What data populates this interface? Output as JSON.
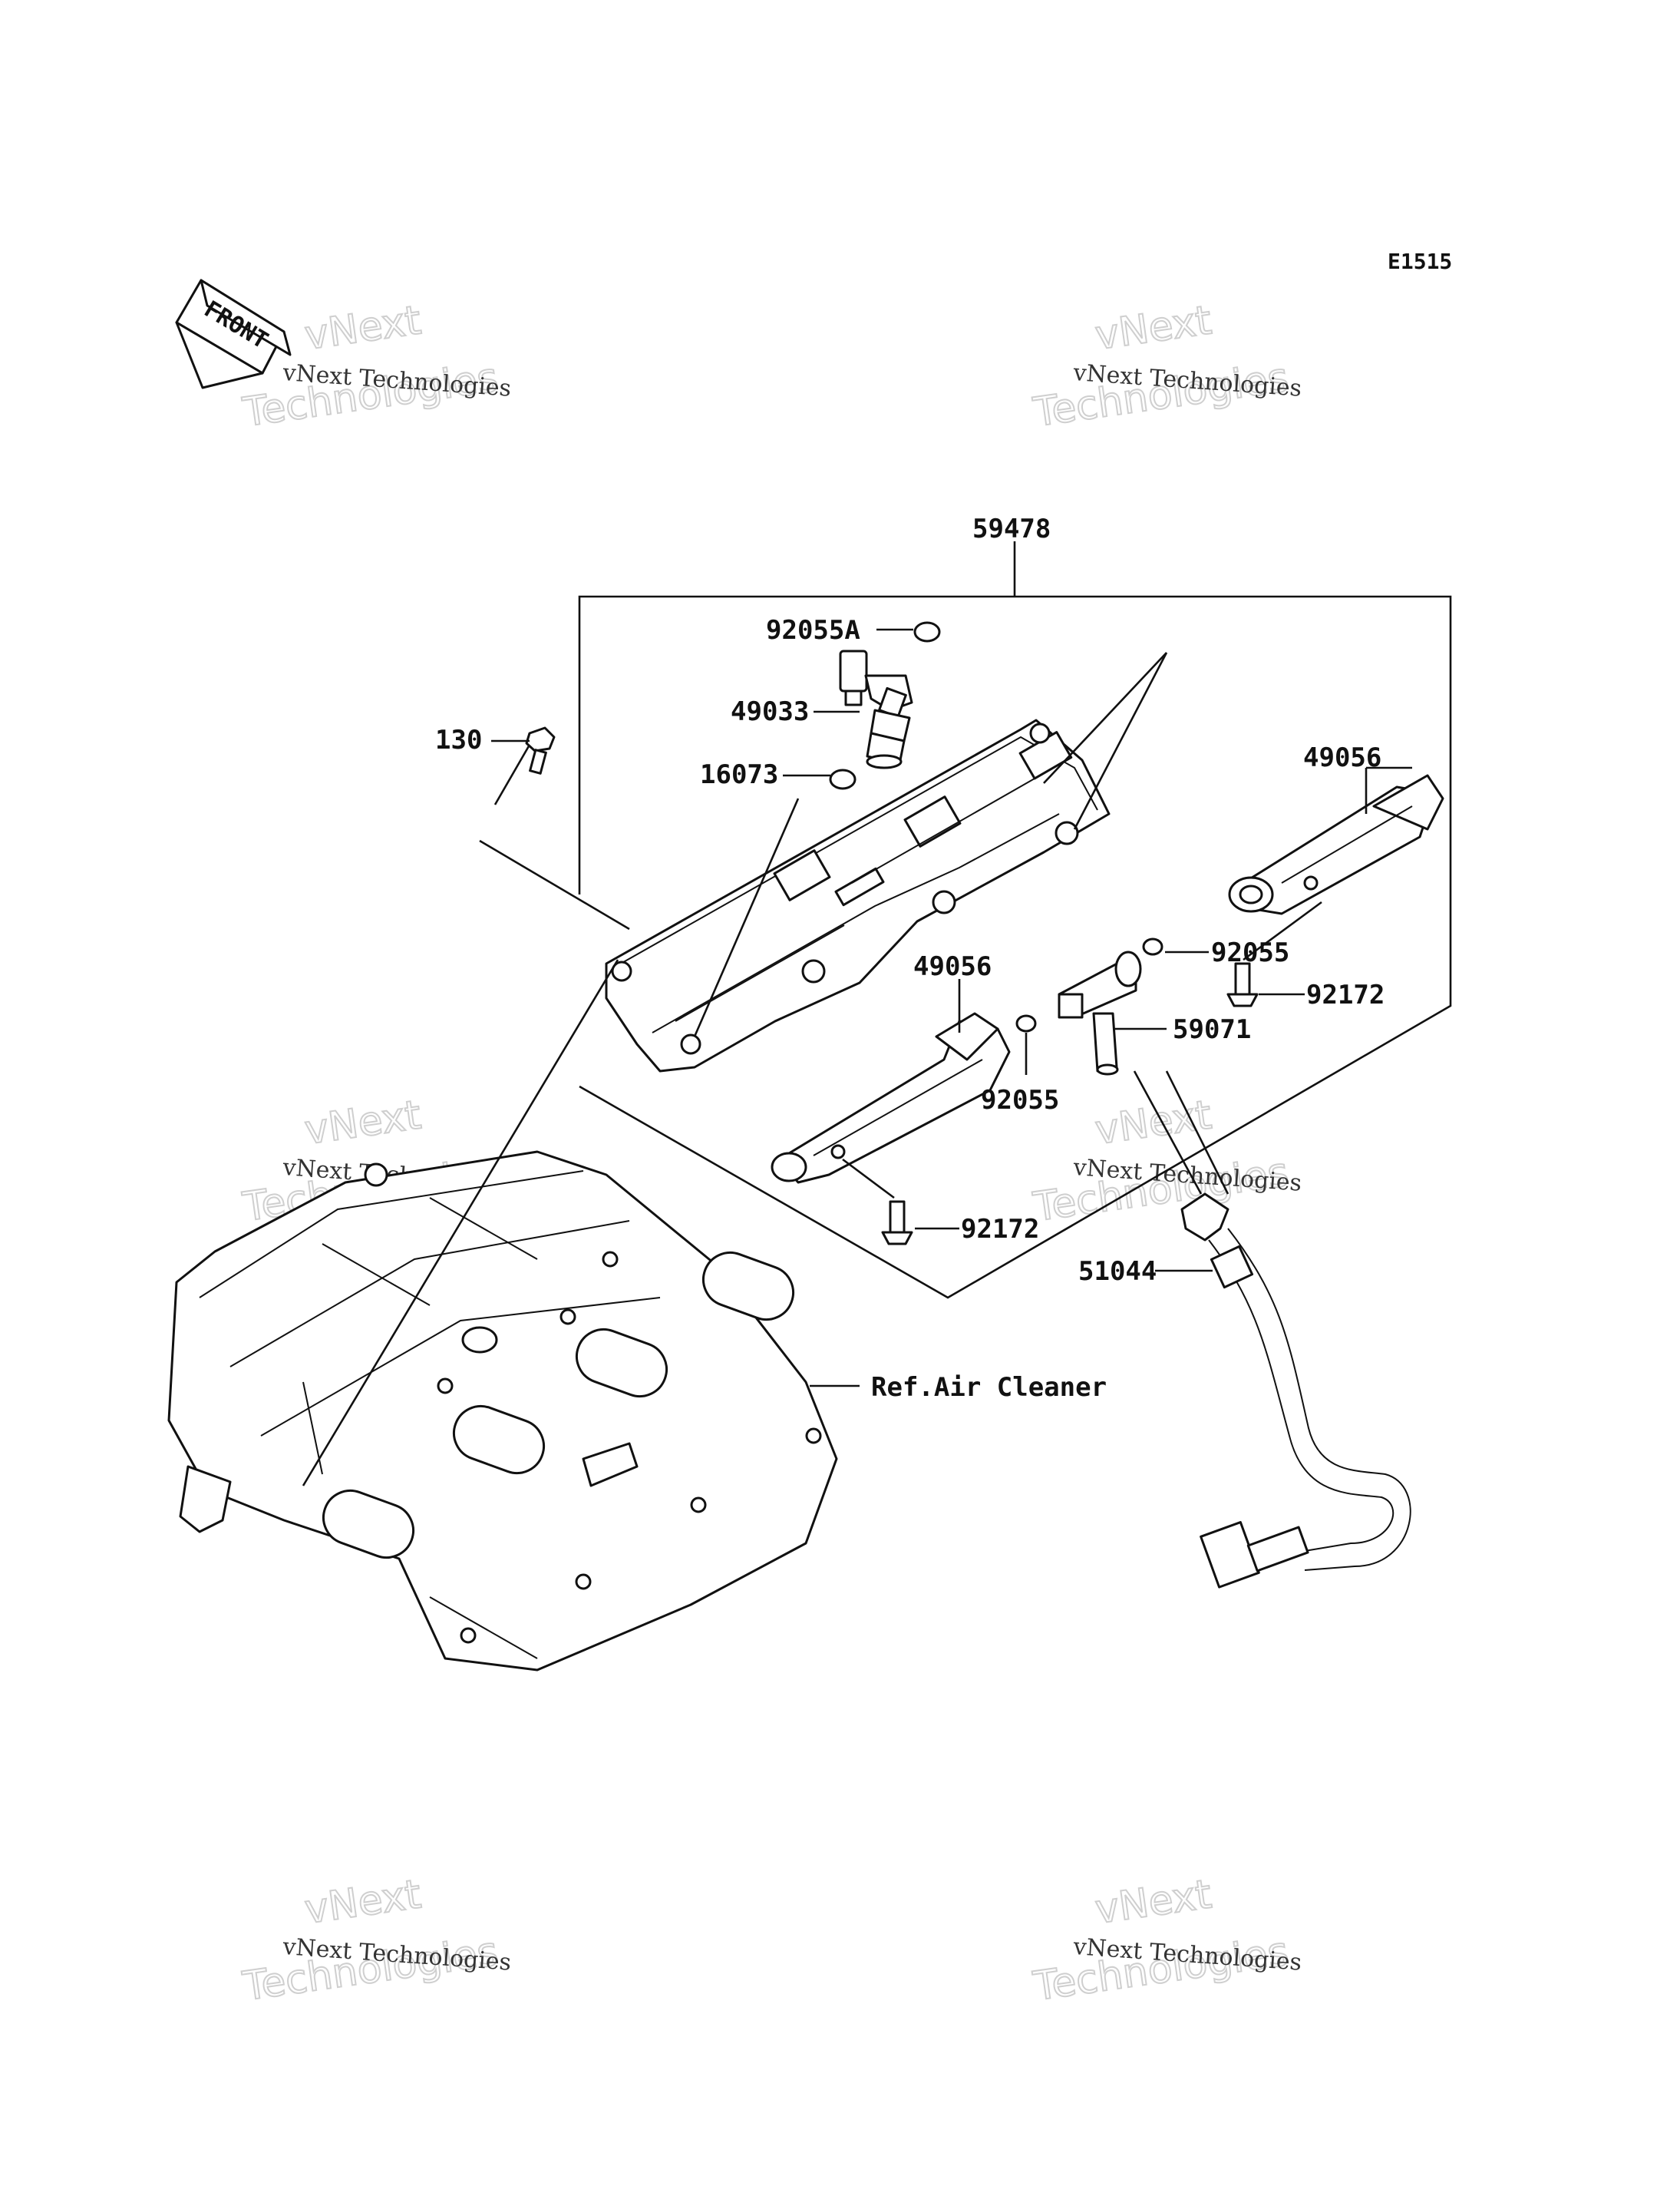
{
  "diagram_code": "E1515",
  "front_label": "FRONT",
  "watermark": {
    "brand": "vNext",
    "word": "Technologies",
    "full": "vNext Technologies"
  },
  "labels": {
    "assembly": "59478",
    "oring_a": "92055A",
    "injector": "49033",
    "seal": "16073",
    "bolt": "130",
    "pipe_right": "49056",
    "pipe_left": "49056",
    "oring_right": "92055",
    "oring_left": "92055",
    "joint": "59071",
    "screw_right": "92172",
    "screw_left": "92172",
    "hose": "51044",
    "ref": "Ref.Air Cleaner"
  }
}
